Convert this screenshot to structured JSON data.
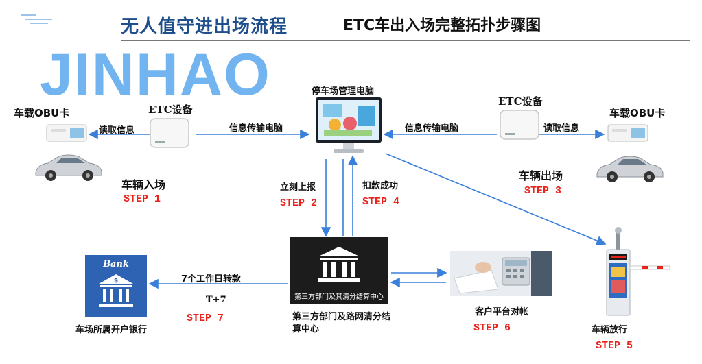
{
  "header": {
    "title_left": "无人值守进出场流程",
    "title_right": "ETC车出入场完整拓扑步骤图"
  },
  "watermark": "JINHAO",
  "nodes": {
    "obu_left": "车载OBU卡",
    "etc_left": "ETC设备",
    "pc": "停车场管理电脑",
    "etc_right": "ETC设备",
    "obu_right": "车载OBU卡",
    "vehicle_entry": "车辆入场",
    "vehicle_exit": "车辆出场",
    "clearing_center_sign": "第三方部门及其清分结算中心",
    "clearing_center": "第三方部门及路网清分结算中心",
    "bank_sign": "Bank",
    "bank": "车场所属开户银行",
    "reconcile": "客户平台对帐",
    "release": "车辆放行"
  },
  "edges": {
    "read_left": "读取信息",
    "transfer_left": "信息传输电脑",
    "transfer_right": "信息传输电脑",
    "read_right": "读取信息",
    "report": "立刻上报",
    "deduct": "扣款成功",
    "transfer_bank": "7个工作日转款",
    "t7": "T+7"
  },
  "steps": {
    "s1": "STEP 1",
    "s2": "STEP 2",
    "s3": "STEP 3",
    "s4": "STEP 4",
    "s5": "STEP 5",
    "s6": "STEP 6",
    "s7": "STEP 7"
  },
  "colors": {
    "title_blue": "#1e4e8c",
    "watermark": "#6bb0ef",
    "arrow": "#3a7fd9",
    "step_red": "#e8231b"
  }
}
